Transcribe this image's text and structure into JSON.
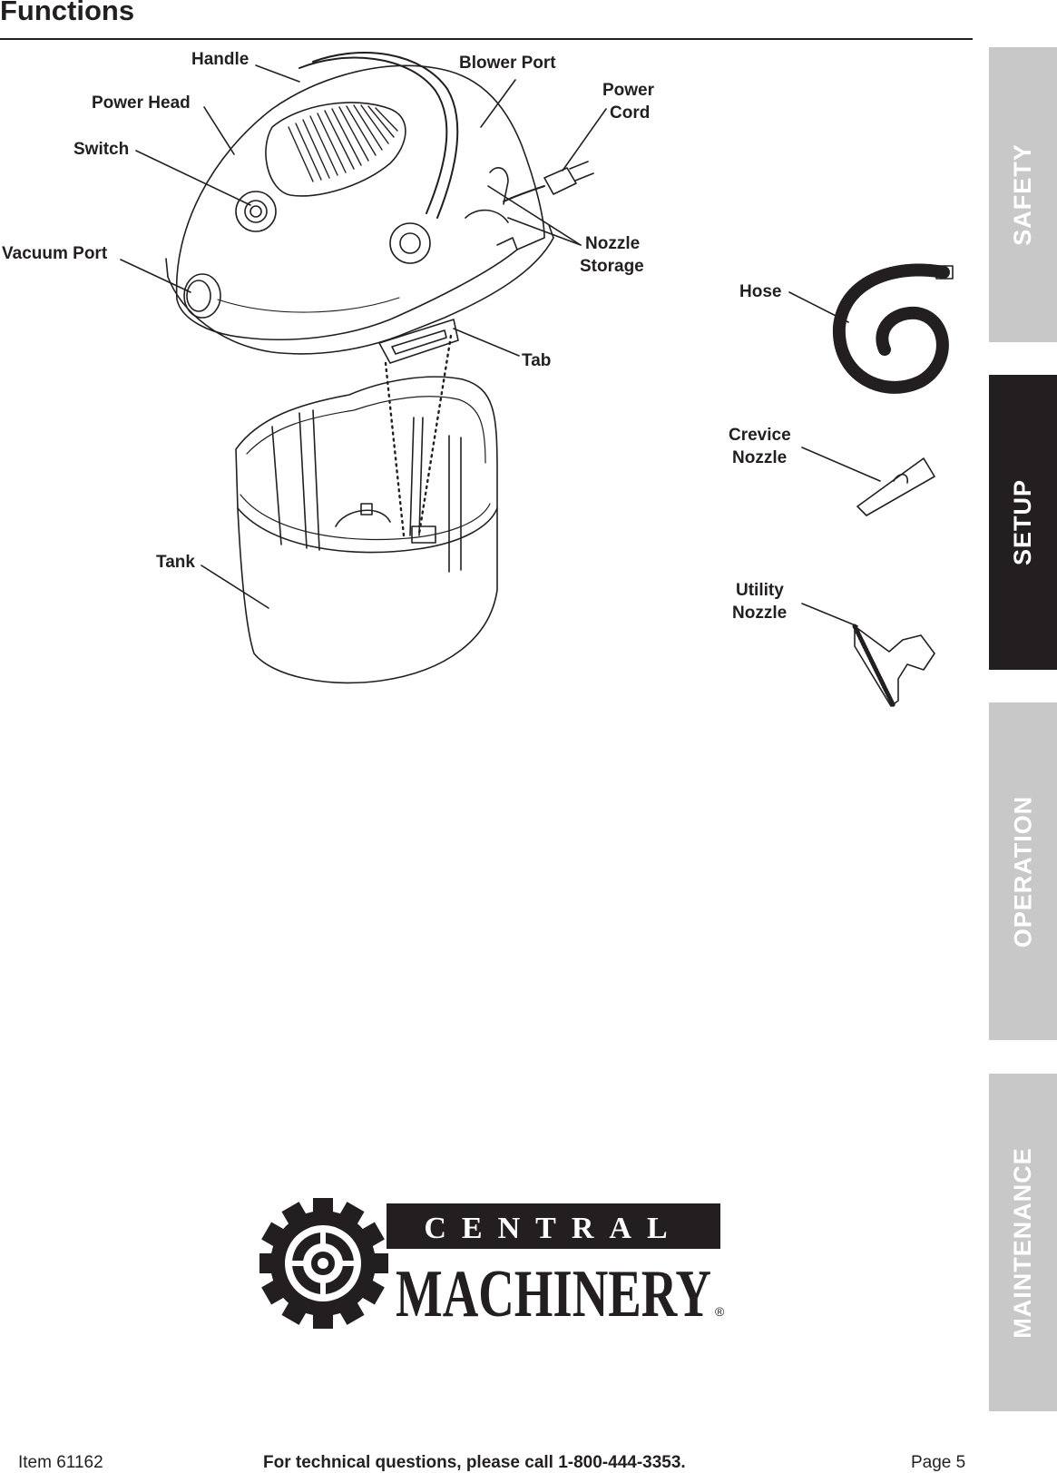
{
  "header": {
    "title": "Functions"
  },
  "section_tabs": [
    {
      "label": "SAFETY",
      "active": false
    },
    {
      "label": "SETUP",
      "active": true
    },
    {
      "label": "OPERATION",
      "active": false
    },
    {
      "label": "MAINTENANCE",
      "active": false
    }
  ],
  "diagram": {
    "labels": {
      "handle": "Handle",
      "power_head": "Power Head",
      "switch": "Switch",
      "vacuum_port": "Vacuum Port",
      "blower_port": "Blower Port",
      "power_cord_1": "Power",
      "power_cord_2": "Cord",
      "nozzle_storage_1": "Nozzle",
      "nozzle_storage_2": "Storage",
      "tab": "Tab",
      "tank": "Tank",
      "hose": "Hose",
      "crevice_nozzle_1": "Crevice",
      "crevice_nozzle_2": "Nozzle",
      "utility_nozzle_1": "Utility",
      "utility_nozzle_2": "Nozzle"
    }
  },
  "logo": {
    "line1": "CENTRAL",
    "line2": "MACHINERY",
    "mark": "®"
  },
  "footer": {
    "item": "Item 61162",
    "tech": "For technical questions, please call 1-800-444-3353.",
    "page": "Page 5"
  },
  "colors": {
    "ink": "#231f20",
    "tab_inactive": "#c8c8c8",
    "tab_active": "#231f20"
  }
}
